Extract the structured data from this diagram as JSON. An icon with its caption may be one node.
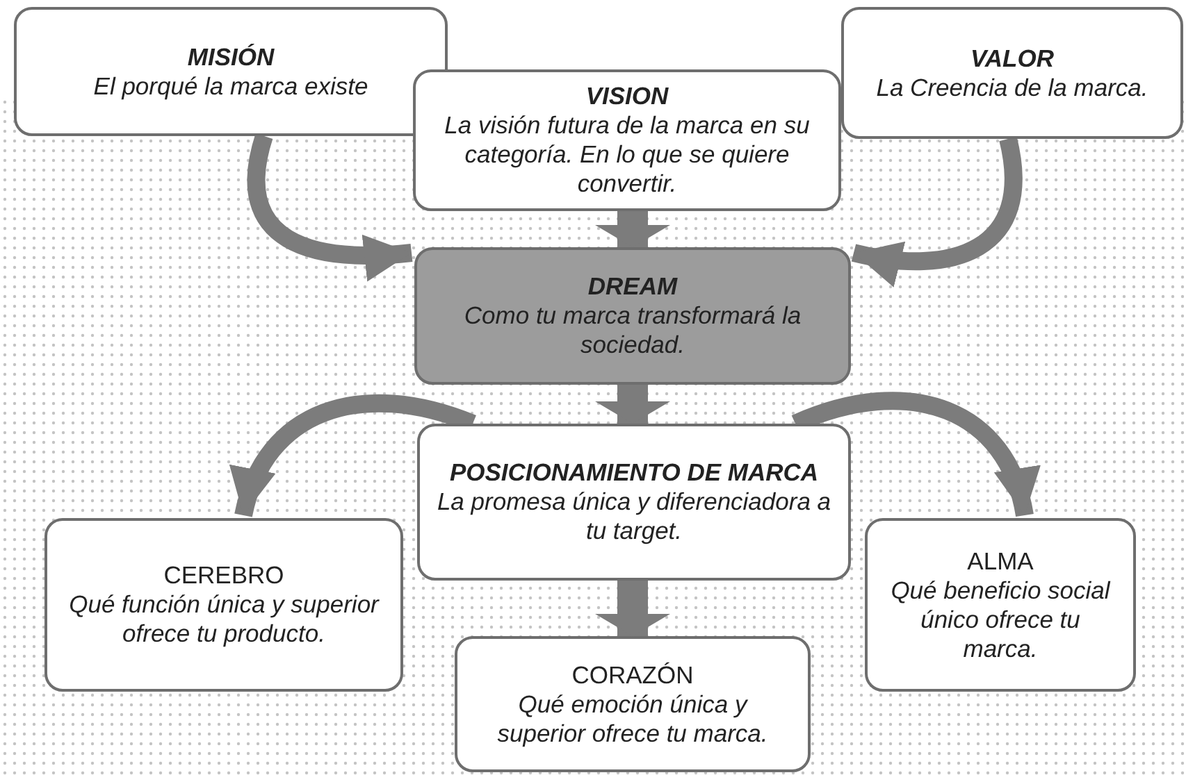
{
  "diagram": {
    "nodes": [
      {
        "text": [
          "MISIÓN",
          "El porqué la marca existe"
        ]
      },
      {
        "text": [
          "VISION",
          "La visión futura de la marca en su categoría. En lo que se quiere convertir."
        ]
      },
      {
        "text": [
          "VALOR",
          "La Creencia de la marca."
        ]
      },
      {
        "text": [
          "DREAM",
          "Como tu marca transformará la sociedad."
        ]
      },
      {
        "text": [
          "POSICIONAMIENTO DE MARCA",
          "La promesa única y diferenciadora a tu target."
        ]
      },
      {
        "text": [
          "CEREBRO",
          "Qué función única y superior ofrece tu producto."
        ]
      },
      {
        "text": [
          "ALMA",
          "Qué beneficio social único ofrece tu marca."
        ]
      },
      {
        "text": [
          "CORAZÓN",
          "Qué emoción única y superior ofrece tu marca."
        ]
      }
    ],
    "edges": [
      {
        "from": 0,
        "to": 3,
        "arrow": "to"
      },
      {
        "from": 1,
        "to": 3,
        "arrow": "to"
      },
      {
        "from": 2,
        "to": 3,
        "arrow": "to"
      },
      {
        "from": 3,
        "to": 4,
        "arrow": "to"
      },
      {
        "from": 4,
        "to": 5,
        "arrow": "to"
      },
      {
        "from": 4,
        "to": 6,
        "arrow": "to"
      },
      {
        "from": 4,
        "to": 7,
        "arrow": "to"
      }
    ]
  }
}
